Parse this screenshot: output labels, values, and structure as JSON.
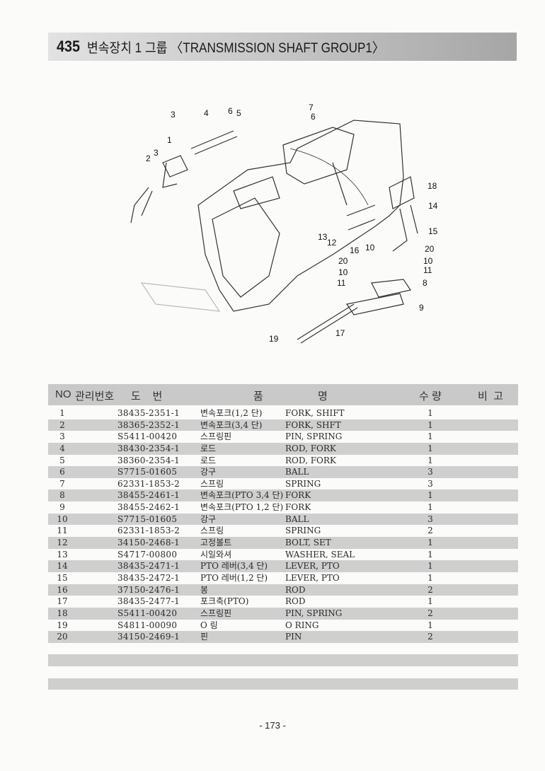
{
  "header": {
    "number": "435",
    "title": "변속장치 1 그룹  〈TRANSMISSION SHAFT GROUP1〉"
  },
  "diagram": {
    "callouts": [
      "3",
      "4",
      "6",
      "5",
      "7",
      "6",
      "1",
      "3",
      "2",
      "18",
      "14",
      "15",
      "13",
      "12",
      "16",
      "10",
      "20",
      "20",
      "10",
      "10",
      "11",
      "11",
      "8",
      "9",
      "17",
      "19"
    ]
  },
  "table": {
    "headers": {
      "no": "NO",
      "mgmt": "관리번호",
      "drawing": "도    번",
      "name_kr": "품",
      "name_en": "명",
      "qty": "수 량",
      "remarks": "비  고"
    },
    "rows": [
      {
        "no": "1",
        "part": "38435-2351-1",
        "kr": "변속포크(1,2 단)",
        "en": "FORK, SHIFT",
        "qty": "1"
      },
      {
        "no": "2",
        "part": "38365-2352-1",
        "kr": "변속포크(3,4 단)",
        "en": "FORK, SHFT",
        "qty": "1"
      },
      {
        "no": "3",
        "part": "S5411-00420",
        "kr": "스프링핀",
        "en": "PIN, SPRING",
        "qty": "1"
      },
      {
        "no": "4",
        "part": "38430-2354-1",
        "kr": "로드",
        "en": "ROD, FORK",
        "qty": "1"
      },
      {
        "no": "5",
        "part": "38360-2354-1",
        "kr": "로드",
        "en": "ROD, FORK",
        "qty": "1"
      },
      {
        "no": "6",
        "part": "S7715-01605",
        "kr": "강구",
        "en": "BALL",
        "qty": "3"
      },
      {
        "no": "7",
        "part": "62331-1853-2",
        "kr": "스프링",
        "en": "SPRING",
        "qty": "3"
      },
      {
        "no": "8",
        "part": "38455-2461-1",
        "kr": "변속포크(PTO 3,4 단)",
        "en": "FORK",
        "qty": "1"
      },
      {
        "no": "9",
        "part": "38455-2462-1",
        "kr": "변속포크(PTO 1,2 단)",
        "en": "FORK",
        "qty": "1"
      },
      {
        "no": "10",
        "part": "S7715-01605",
        "kr": "강구",
        "en": "BALL",
        "qty": "3"
      },
      {
        "no": "11",
        "part": "62331-1853-2",
        "kr": "스프링",
        "en": "SPRING",
        "qty": "2"
      },
      {
        "no": "12",
        "part": "34150-2468-1",
        "kr": "고정볼트",
        "en": "BOLT, SET",
        "qty": "1"
      },
      {
        "no": "13",
        "part": "S4717-00800",
        "kr": "시일와셔",
        "en": "WASHER, SEAL",
        "qty": "1"
      },
      {
        "no": "14",
        "part": "38435-2471-1",
        "kr": "PTO 레버(3,4 단)",
        "en": "LEVER, PTO",
        "qty": "1"
      },
      {
        "no": "15",
        "part": "38435-2472-1",
        "kr": "PTO 레버(1,2 단)",
        "en": "LEVER, PTO",
        "qty": "1"
      },
      {
        "no": "16",
        "part": "37150-2476-1",
        "kr": "봉",
        "en": "ROD",
        "qty": "2"
      },
      {
        "no": "17",
        "part": "38435-2477-1",
        "kr": "포크축(PTO)",
        "en": "ROD",
        "qty": "1"
      },
      {
        "no": "18",
        "part": "S5411-00420",
        "kr": "스프링핀",
        "en": "PIN, SPRING",
        "qty": "2"
      },
      {
        "no": "19",
        "part": "S4811-00090",
        "kr": "O 링",
        "en": "O RING",
        "qty": "1"
      },
      {
        "no": "20",
        "part": "34150-2469-1",
        "kr": "핀",
        "en": "PIN",
        "qty": "2"
      }
    ]
  },
  "footer": {
    "page": "- 173 -"
  }
}
